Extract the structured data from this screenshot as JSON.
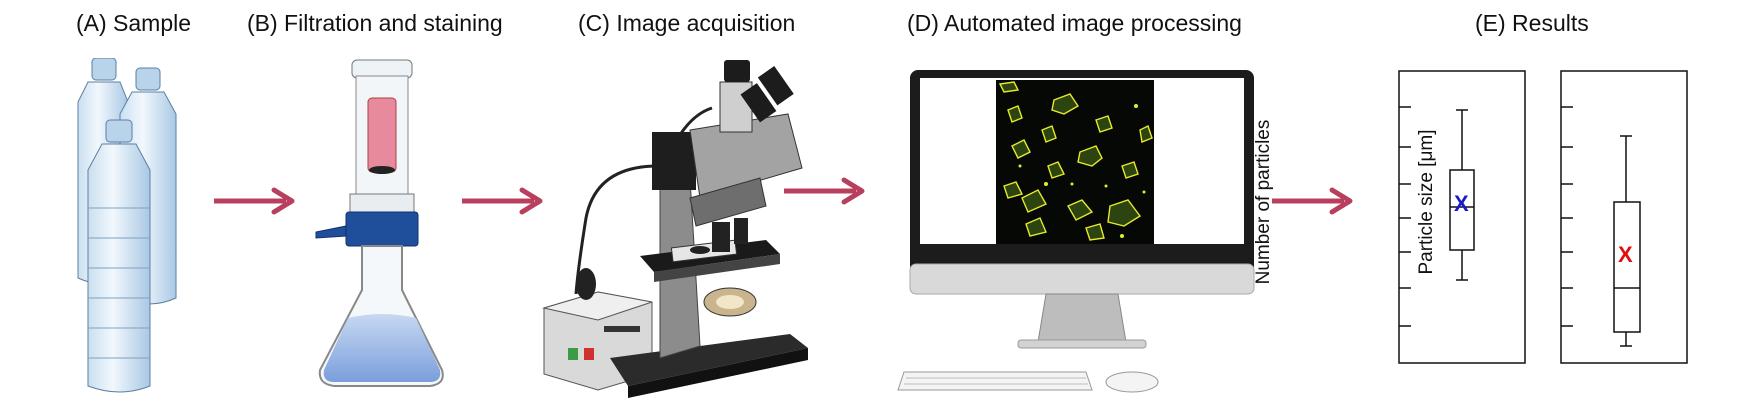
{
  "titles": {
    "a": "(A) Sample",
    "b": "(B) Filtration and staining",
    "c": "(C) Image acquisition",
    "d": "(D) Automated image processing",
    "e": "(E) Results"
  },
  "results": {
    "plot1_ylabel": "Number of particles",
    "plot2_ylabel": "Particle size [μm]",
    "mean_marker": "X"
  },
  "colors": {
    "arrow": "#b8405e",
    "mean1": "#1a1acc",
    "mean2": "#e01010"
  }
}
